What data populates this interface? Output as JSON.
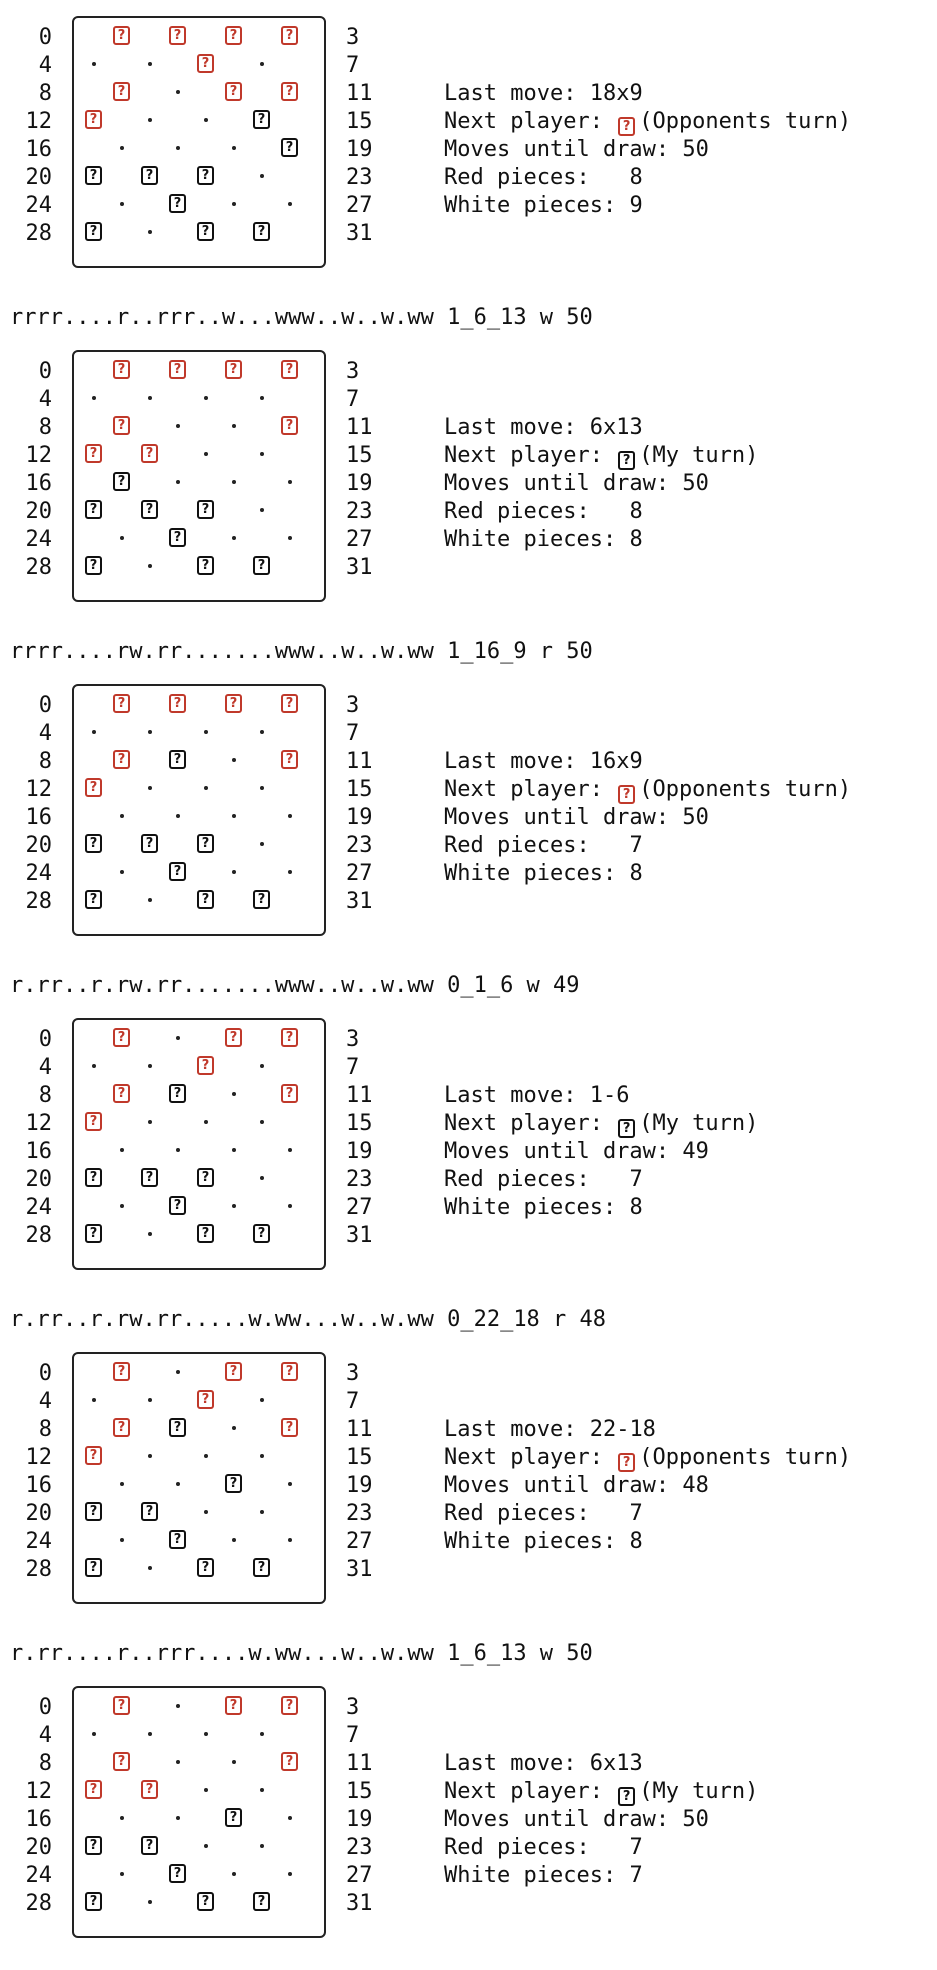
{
  "colors": {
    "red": "#c0392b",
    "white_piece": "#111111",
    "border": "#222222"
  },
  "piece_glyph": "?",
  "left_labels": [
    "0",
    "4",
    "8",
    "12",
    "16",
    "20",
    "24",
    "28"
  ],
  "right_labels": [
    "3",
    "7",
    "11",
    "15",
    "19",
    "23",
    "27",
    "31"
  ],
  "info_labels": {
    "last_move": "Last move:",
    "next_player": "Next player:",
    "moves_until_draw": "Moves until draw:",
    "red_pieces": "Red pieces:",
    "white_pieces": "White pieces:"
  },
  "blocks": [
    {
      "header": "",
      "board": "rrrr..r.r.rrr..w...wwww..w..w.ww",
      "last_move": "18x9",
      "next_player_color": "r",
      "turn_text": "(Opponents turn)",
      "moves_until_draw": "50",
      "red_pieces": "8",
      "white_pieces": "9"
    },
    {
      "header": "rrrr....r..rrr..w...www..w..w.ww 1_6_13 w 50",
      "board": "rrrr....r..rrr..w...www..w..w.ww",
      "last_move": "6x13",
      "next_player_color": "w",
      "turn_text": "(My turn)",
      "moves_until_draw": "50",
      "red_pieces": "8",
      "white_pieces": "8"
    },
    {
      "header": "rrrr....rw.rr.......www..w..w.ww 1_16_9 r 50",
      "board": "rrrr....rw.rr.......www..w..w.ww",
      "last_move": "16x9",
      "next_player_color": "r",
      "turn_text": "(Opponents turn)",
      "moves_until_draw": "50",
      "red_pieces": "7",
      "white_pieces": "8"
    },
    {
      "header": "r.rr..r.rw.rr.......www..w..w.ww 0_1_6 w 49",
      "board": "r.rr..r.rw.rr.......www..w..w.ww",
      "last_move": "1-6",
      "next_player_color": "w",
      "turn_text": "(My turn)",
      "moves_until_draw": "49",
      "red_pieces": "7",
      "white_pieces": "8"
    },
    {
      "header": "r.rr..r.rw.rr.....w.ww...w..w.ww 0_22_18 r 48",
      "board": "r.rr..r.rw.rr.....w.ww...w..w.ww",
      "last_move": "22-18",
      "next_player_color": "r",
      "turn_text": "(Opponents turn)",
      "moves_until_draw": "48",
      "red_pieces": "7",
      "white_pieces": "8"
    },
    {
      "header": "r.rr....r..rrr....w.ww...w..w.ww 1_6_13 w 50",
      "board": "r.rr....r..rrr....w.ww...w..w.ww",
      "last_move": "6x13",
      "next_player_color": "w",
      "turn_text": "(My turn)",
      "moves_until_draw": "50",
      "red_pieces": "7",
      "white_pieces": "7"
    }
  ]
}
